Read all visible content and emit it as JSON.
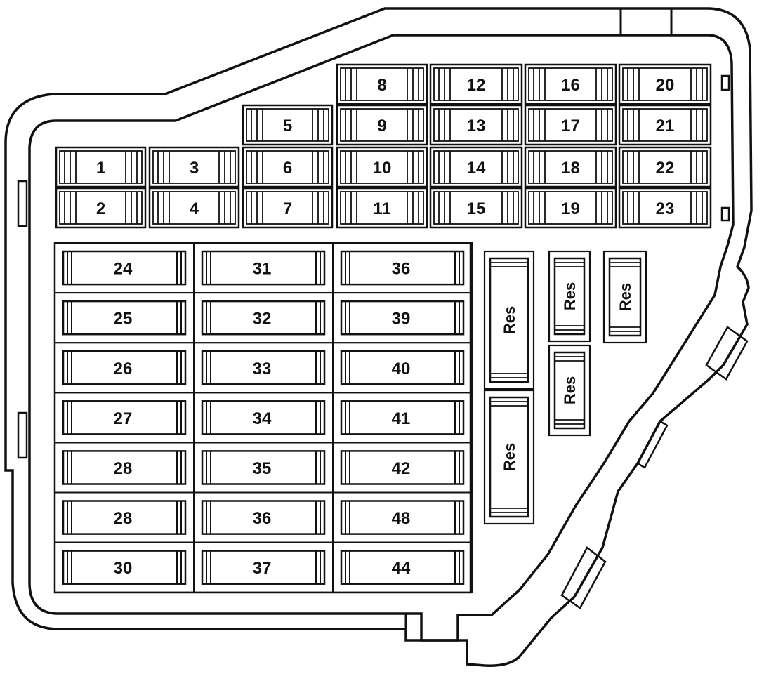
{
  "colors": {
    "stroke": "#111111",
    "background": "#ffffff"
  },
  "upper_fuses": [
    {
      "id": "f8",
      "label": "8"
    },
    {
      "id": "f12",
      "label": "12"
    },
    {
      "id": "f16",
      "label": "16"
    },
    {
      "id": "f20",
      "label": "20"
    },
    {
      "id": "f5",
      "label": "5"
    },
    {
      "id": "f9",
      "label": "9"
    },
    {
      "id": "f13",
      "label": "13"
    },
    {
      "id": "f17",
      "label": "17"
    },
    {
      "id": "f21",
      "label": "21"
    },
    {
      "id": "f1",
      "label": "1"
    },
    {
      "id": "f3",
      "label": "3"
    },
    {
      "id": "f6",
      "label": "6"
    },
    {
      "id": "f10",
      "label": "10"
    },
    {
      "id": "f14",
      "label": "14"
    },
    {
      "id": "f18",
      "label": "18"
    },
    {
      "id": "f22",
      "label": "22"
    },
    {
      "id": "f2",
      "label": "2"
    },
    {
      "id": "f4",
      "label": "4"
    },
    {
      "id": "f7",
      "label": "7"
    },
    {
      "id": "f11",
      "label": "11"
    },
    {
      "id": "f15",
      "label": "15"
    },
    {
      "id": "f19",
      "label": "19"
    },
    {
      "id": "f23",
      "label": "23"
    }
  ],
  "lower_fuses": [
    {
      "id": "l1",
      "label": "24"
    },
    {
      "id": "l2",
      "label": "31"
    },
    {
      "id": "l3",
      "label": "36"
    },
    {
      "id": "l4",
      "label": "25"
    },
    {
      "id": "l5",
      "label": "32"
    },
    {
      "id": "l6",
      "label": "39"
    },
    {
      "id": "l7",
      "label": "26"
    },
    {
      "id": "l8",
      "label": "33"
    },
    {
      "id": "l9",
      "label": "40"
    },
    {
      "id": "l10",
      "label": "27"
    },
    {
      "id": "l11",
      "label": "34"
    },
    {
      "id": "l12",
      "label": "41"
    },
    {
      "id": "l13",
      "label": "28"
    },
    {
      "id": "l14",
      "label": "35"
    },
    {
      "id": "l15",
      "label": "42"
    },
    {
      "id": "l16",
      "label": "28"
    },
    {
      "id": "l17",
      "label": "36"
    },
    {
      "id": "l18",
      "label": "48"
    },
    {
      "id": "l19",
      "label": "30"
    },
    {
      "id": "l20",
      "label": "37"
    },
    {
      "id": "l21",
      "label": "44"
    }
  ],
  "reserve_slots": [
    {
      "id": "r1",
      "label": "Res"
    },
    {
      "id": "r2",
      "label": "Res"
    },
    {
      "id": "r3",
      "label": "Res"
    },
    {
      "id": "r4",
      "label": "Res"
    },
    {
      "id": "r5",
      "label": "Res"
    }
  ]
}
